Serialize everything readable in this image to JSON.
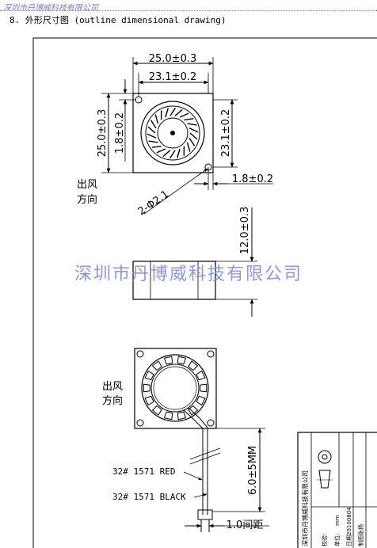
{
  "header": {
    "company": "深圳市丹博威科技有限公司"
  },
  "section": {
    "title": "8. 外形尺寸图 (outline dimensional drawing)"
  },
  "dims": {
    "width_outer": "25.0±0.3",
    "width_hole": "23.1±0.2",
    "height_outer": "25.0±0.3",
    "hole_offset_left": "1.8±0.2",
    "height_hole": "23.1±0.2",
    "hole_offset_bottom": "1.8±0.2",
    "hole_spec": "2-Φ2.1",
    "thickness": "12.0±0.3",
    "lead_length": "6.0±5MM",
    "lead_pitch": "1.0间距"
  },
  "labels": {
    "airflow_1": "出风",
    "airflow_2": "方向",
    "airflow_b1": "出风",
    "airflow_b2": "方向",
    "wire_red": "32# 1571 RED",
    "wire_black": "32# 1571 BLACK"
  },
  "watermark": "深圳市丹博威科技有限公司",
  "title_block": {
    "company": "深圳市丹博威科技有限公司",
    "date_label": "日期:",
    "date_value": "20100804",
    "unit_label": "单位:",
    "unit_value": "mm",
    "check_label": "校验:",
    "drawn_label": "制图:",
    "drawn_value": "张扬"
  }
}
